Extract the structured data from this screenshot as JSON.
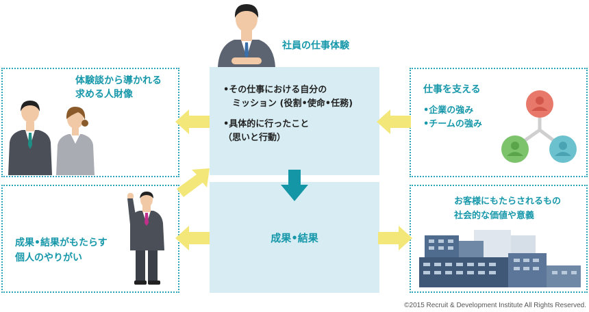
{
  "top": {
    "label": "社員の仕事体験"
  },
  "center": {
    "items": [
      "•その仕事における自分の\n　ミッション (役割•使命•任務)",
      "•具体的に行ったこと\n（思いと行動）"
    ],
    "result": "成果•結果"
  },
  "left_top": {
    "text": "体験談から導かれる\n求める人財像"
  },
  "left_bottom": {
    "text": "成果•結果がもたらす\n個人のやりがい"
  },
  "right_top": {
    "title": "仕事を支える",
    "items": [
      "•企業の強み",
      "•チームの強み"
    ]
  },
  "right_bottom": {
    "text": "お客様にもたらされるもの\n社会的な価値や意義"
  },
  "footer": {
    "copyright": "©2015 Recruit & Development Institute All Rights Reserved."
  },
  "colors": {
    "teal": "#1798aa",
    "dotted_border": "#2ba6b8",
    "center_bg": "#d7edf3",
    "arrow_yellow": "#f3e77a",
    "arrow_teal": "#1596a7",
    "node_top": "#e8786a",
    "node_left": "#7cc36b",
    "node_right": "#6cc1cf"
  },
  "icons": [
    "businessman-icon",
    "man-woman-icon",
    "cheering-man-icon",
    "network-icon",
    "buildings-icon"
  ]
}
